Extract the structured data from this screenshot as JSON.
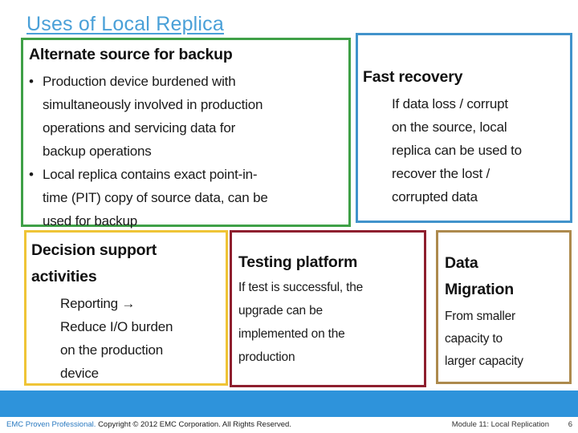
{
  "slide": {
    "title": "Uses of Local Replica",
    "boxes": {
      "backup": {
        "heading": "Alternate source for backup",
        "bullets": [
          "Production device burdened with\nsimultaneously involved in production\noperations and servicing data for\nbackup operations",
          "Local replica contains exact point-in-\ntime (PIT) copy of source data, can be\nused for backup"
        ]
      },
      "fast_recovery": {
        "heading": "Fast recovery",
        "body": "If data loss / corrupt\non the source, local\nreplica can be used to\nrecover the lost /\ncorrupted data"
      },
      "decision_support": {
        "heading": "Decision support\nactivities",
        "body": "Reporting →\nReduce I/O burden\non the production\ndevice"
      },
      "testing": {
        "heading": "Testing platform",
        "body": "If test is successful, the\nupgrade can be\nimplemented on the\nproduction"
      },
      "migration": {
        "heading": "Data\nMigration",
        "body": "From smaller\ncapacity to\nlarger capacity"
      }
    },
    "footer": {
      "brand": "EMC Proven Professional.",
      "copyright": "Copyright © 2012 EMC Corporation. All Rights Reserved.",
      "module": "Module 11: Local Replication",
      "page_number": "6"
    },
    "colors": {
      "title_blue": "#4AA0D8",
      "green_border": "#3FA047",
      "blue_border": "#4193CB",
      "yellow_border": "#EFC436",
      "red_border": "#8E1F2E",
      "tan_border": "#AD8A4D",
      "bottom_bar": "#2E93DB",
      "footer_brand_blue": "#2979C0"
    }
  }
}
